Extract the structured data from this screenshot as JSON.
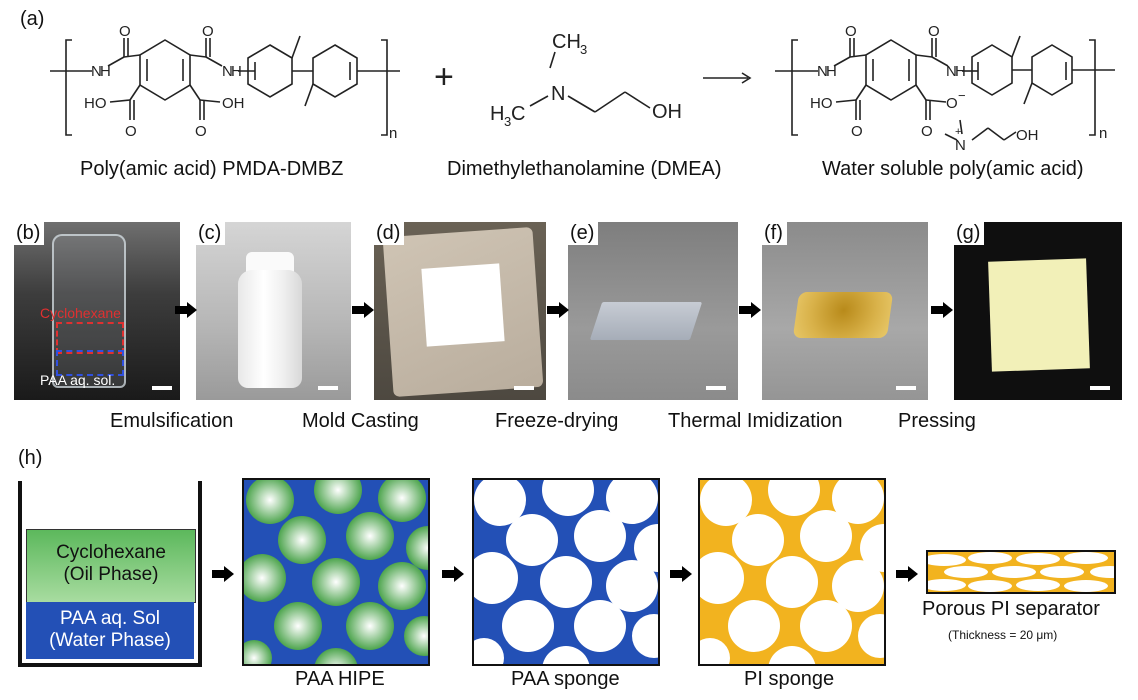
{
  "panel_a": {
    "label": "(a)",
    "reactant1_name": "Poly(amic acid) PMDA-DMBZ",
    "reactant2_name": "Dimethylethanolamine (DMEA)",
    "product_name": "Water soluble poly(amic acid)",
    "plus": "+",
    "atoms": {
      "nh": "N",
      "h": "H",
      "o": "O",
      "ho": "HO",
      "oh": "OH",
      "n_sub": "n",
      "ch3": "CH",
      "three": "3",
      "h3c": "H",
      "c": "C",
      "o_minus": "O",
      "minus": "−",
      "plus_charge": "+"
    }
  },
  "photos": [
    {
      "label": "(b)",
      "annot1": "Cyclohexane",
      "annot2": "PAA aq. sol."
    },
    {
      "label": "(c)"
    },
    {
      "label": "(d)"
    },
    {
      "label": "(e)"
    },
    {
      "label": "(f)"
    },
    {
      "label": "(g)"
    }
  ],
  "steps": [
    "Emulsification",
    "Mold Casting",
    "Freeze-drying",
    "Thermal Imidization",
    "Pressing"
  ],
  "panel_h": {
    "label": "(h)",
    "oil_line1": "Cyclohexane",
    "oil_line2": "(Oil Phase)",
    "water_line1": "PAA aq. Sol",
    "water_line2": "(Water Phase)",
    "stage_labels": [
      "PAA HIPE",
      "PAA sponge",
      "PI sponge"
    ],
    "separator_label": "Porous PI separator",
    "thickness_note": "(Thickness = 20 μm)"
  },
  "colors": {
    "oil_green": "#4caf4c",
    "water_blue": "#2350b6",
    "pi_orange": "#f2b31f",
    "arrow_black": "#000000"
  }
}
